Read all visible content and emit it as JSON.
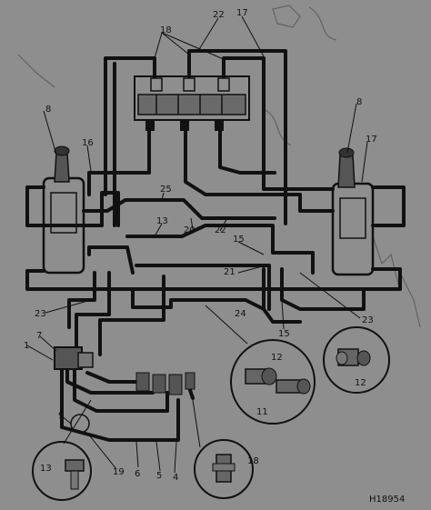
{
  "figure": {
    "id_label": "H18954",
    "colors": {
      "background": "#8e8e8e",
      "line": "#111111"
    }
  },
  "callouts": {
    "c1": "1",
    "c4": "4",
    "c5": "5",
    "c6": "6",
    "c7": "7",
    "c8a": "8",
    "c8b": "8",
    "c9": "9",
    "c11": "11",
    "c12a": "12",
    "c12b": "12",
    "c13a": "13",
    "c13b": "13",
    "c15a": "15",
    "c15b": "15",
    "c16": "16",
    "c17a": "17",
    "c17b": "17",
    "c18a": "18",
    "c18b": "18",
    "c19": "19",
    "c20": "20",
    "c21": "21",
    "c22a": "22",
    "c22b": "22",
    "c23a": "23",
    "c23b": "23",
    "c24": "24",
    "c25": "25"
  }
}
